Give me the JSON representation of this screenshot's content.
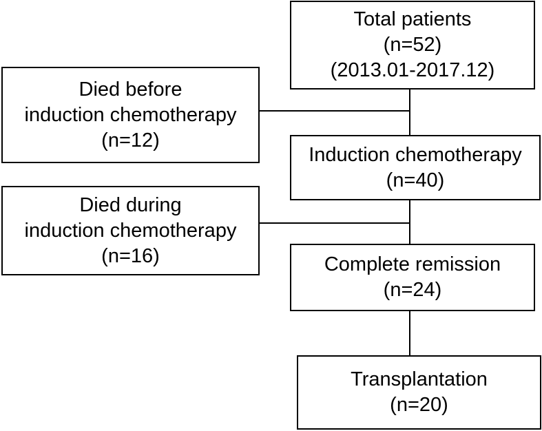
{
  "boxes": {
    "total_patients": {
      "line1": "Total patients",
      "line2": "(n=52)",
      "line3": "(2013.01-2017.12)"
    },
    "died_before_induction": {
      "line1": "Died before",
      "line2": "induction chemotherapy",
      "line3": "(n=12)"
    },
    "induction_chemotherapy": {
      "line1": "Induction chemotherapy",
      "line2": "(n=40)"
    },
    "died_during_induction": {
      "line1": "Died during",
      "line2": "induction chemotherapy",
      "line3": "(n=16)"
    },
    "complete_remission": {
      "line1": "Complete remission",
      "line2": "(n=24)"
    },
    "transplantation": {
      "line1": "Transplantation",
      "line2": "(n=20)"
    }
  },
  "colors": {
    "stroke": "#000000",
    "background": "#ffffff"
  }
}
